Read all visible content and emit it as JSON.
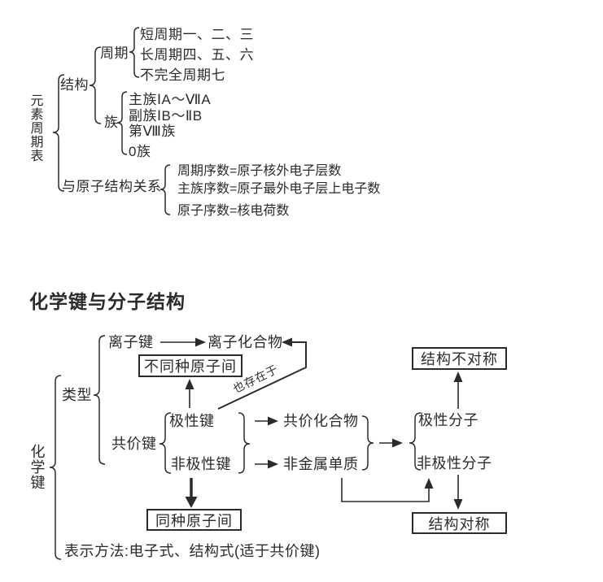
{
  "periodic_table": {
    "root": "元素周期表",
    "structure_label": "结构",
    "period_label": "周期",
    "period_items": [
      "短周期一、二、三",
      "长周期四、五、六",
      "不完全周期七"
    ],
    "group_label": "族",
    "group_items": [
      "主族ⅠA～ⅦA",
      "副族ⅠB～ⅡB",
      "第Ⅷ族",
      "0族"
    ],
    "relation_label": "与原子结构关系",
    "relation_items": [
      "周期序数=原子核外电子层数",
      "主族序数=原子最外电子层上电子数",
      "原子序数=核电荷数"
    ]
  },
  "chemical_bond": {
    "title": "化学键与分子结构",
    "root": "化学键",
    "type_label": "类型",
    "ionic_bond": "离子键",
    "ionic_compound": "离子化合物",
    "between_different_atoms": "不同种原子间",
    "also_exists_in": "也存在于",
    "covalent_bond": "共价键",
    "polar_bond": "极性键",
    "nonpolar_bond": "非极性键",
    "covalent_compound": "共价化合物",
    "nonmetal_element": "非金属单质",
    "polar_molecule": "极性分子",
    "nonpolar_molecule": "非极性分子",
    "structure_asymmetric": "结构不对称",
    "structure_symmetric": "结构对称",
    "between_same_atoms": "同种原子间",
    "representation": "表示方法:电子式、结构式(适于共价键)"
  },
  "colors": {
    "ink": "#2b2b2b",
    "background": "#ffffff"
  }
}
